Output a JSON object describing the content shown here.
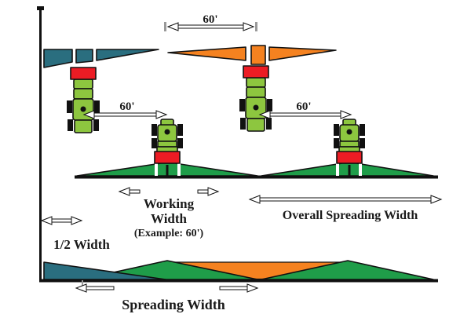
{
  "diagram": {
    "dimensions": {
      "top_spacing": "60'",
      "left_spacing": "60'",
      "right_spacing": "60'"
    },
    "working_width": {
      "line1": "Working",
      "line2": "Width",
      "line3": "(Example: 60')"
    },
    "overall_spreading_width": "Overall Spreading Width",
    "half_width": "1/2 Width",
    "spreading_width": "Spreading Width"
  },
  "colors": {
    "teal": "#2A6E7F",
    "orange": "#F58220",
    "red": "#EC1C24",
    "pattern_green": "#1F9D49",
    "machine_green": "#8DC63F",
    "outline": "#111111",
    "background": "#FFFFFF"
  }
}
